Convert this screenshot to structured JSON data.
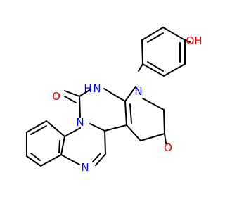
{
  "molecule": {
    "atoms": [
      {
        "id": "OH",
        "text": "OH",
        "color": "#ff0000"
      },
      {
        "id": "N_nh",
        "text": "N",
        "color": "#0000ff"
      },
      {
        "id": "H_nh",
        "text": "H",
        "color": "#0000ff"
      },
      {
        "id": "N_pyr",
        "text": "N",
        "color": "#0000ff"
      },
      {
        "id": "O_left",
        "text": "O",
        "color": "#ff0000"
      },
      {
        "id": "N_ring",
        "text": "N",
        "color": "#0000ff"
      },
      {
        "id": "O_right",
        "text": "O",
        "color": "#ff0000"
      },
      {
        "id": "N_imid",
        "text": "N",
        "color": "#0000ff"
      }
    ],
    "bond_color": "#000000"
  }
}
